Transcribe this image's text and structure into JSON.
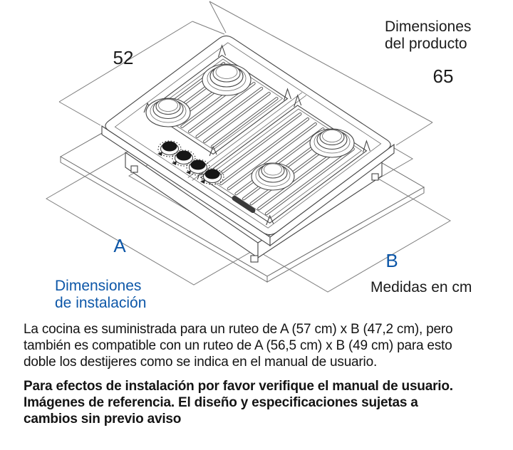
{
  "diagram": {
    "labels": {
      "product": [
        "Dimensiones",
        "del producto"
      ],
      "installation": [
        "Dimensiones",
        "de instalación"
      ],
      "units": "Medidas en cm",
      "width_cm": "52",
      "depth_cm": "65",
      "cutout_a": "A",
      "cutout_b": "B"
    },
    "colors": {
      "accent_blue": "#0d57a8",
      "product_line": "#454545",
      "dimension_line": "#7d7d7d"
    }
  },
  "paragraphs": {
    "body_lines": [
      "La cocina es suministrada para un ruteo de A (57 cm) x B (47,2 cm), pero",
      "también es compatible con un ruteo de A (56,5 cm) x B (49 cm) para esto",
      "doble los destijeres como se indica en el manual de usuario."
    ],
    "disclaimer_lines": [
      "Para efectos de instalación por favor verifique el manual de usuario.",
      "Imágenes de referencia. El diseño y especificaciones sujetas a",
      "cambios sin previo aviso"
    ]
  }
}
